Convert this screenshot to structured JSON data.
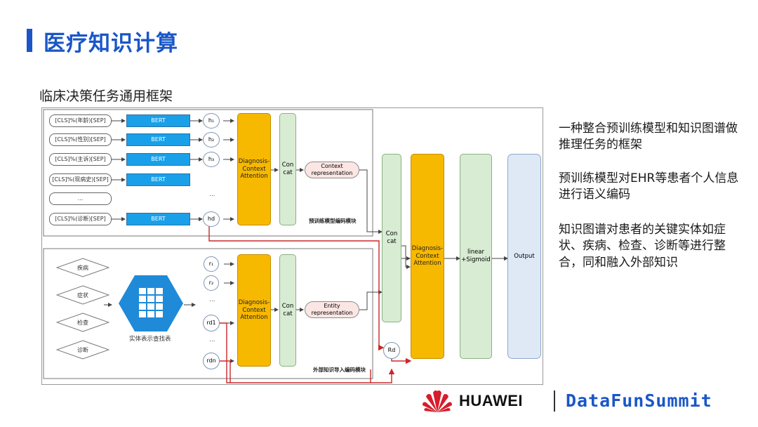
{
  "header": {
    "title": "医疗知识计算",
    "subtitle": "临床决策任务通用框架"
  },
  "diagram": {
    "inputs": [
      "[CLS]%(年龄)[SEP]",
      "[CLS]%(性别)[SEP]",
      "[CLS]%(主诉)[SEP]",
      "[CLS]%(现病史)[SEP]",
      "...",
      "[CLS]%(诊断)[SEP]"
    ],
    "bert_label": "BERT",
    "h_nodes": [
      "h₁",
      "h₂",
      "h₃",
      "...",
      "hd"
    ],
    "diag_attn_label": "Diagnosis-\nContext\nAttention",
    "concat_label": "Con\ncat",
    "context_repr": "Context\nrepresentation",
    "pretrain_module": "预训练模型编码模块",
    "entities": [
      "疾病",
      "症状",
      "检查",
      "诊断"
    ],
    "lookup_table": "实体表示查找表",
    "r_nodes": [
      "r₁",
      "r₂",
      "...",
      "rd1",
      "...",
      "rdn"
    ],
    "entity_repr": "Entity\nrepresentation",
    "external_module": "外部知识导入编码模块",
    "rd_node": "Rd",
    "linear_label": "linear\n+Sigmoid",
    "output_label": "Output",
    "colors": {
      "arrow_red": "#c8282a",
      "attn": "#f7b800",
      "concat": "#d8ebd3",
      "output": "#dfe9f6",
      "bert": "#1aa0e8",
      "hex": "#1f8ad8"
    }
  },
  "description": [
    "一种整合预训练模型和知识图谱做推理任务的框架",
    "预训练模型对EHR等患者个人信息进行语义编码",
    "知识图谱对患者的关键实体如症状、疾病、检查、诊断等进行整合，同和融入外部知识"
  ],
  "footer": {
    "brand1": "HUAWEI",
    "brand2": "DataFunSummit",
    "logo_icon": "huawei-flower-icon"
  }
}
